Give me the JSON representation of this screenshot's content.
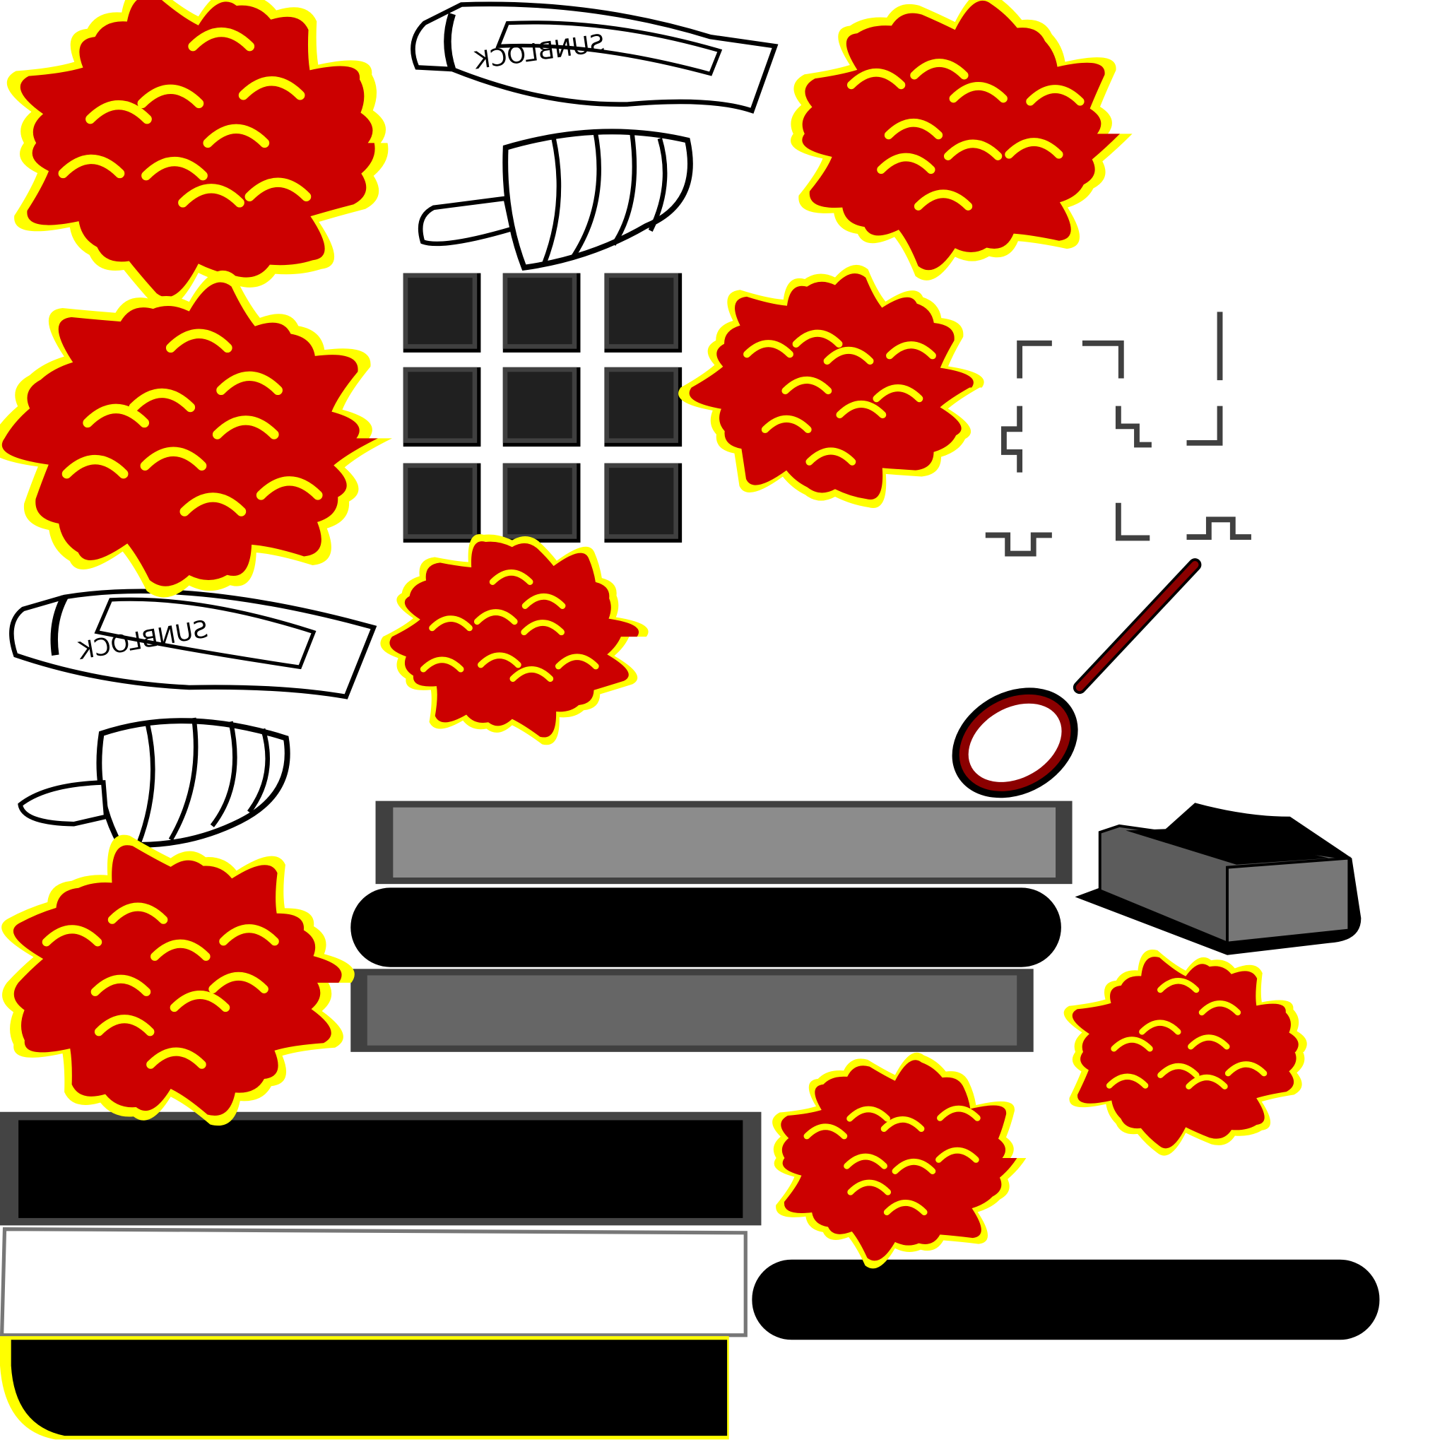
{
  "sheet": {
    "type": "sprite-atlas",
    "tube_label": "SUNBLOCK",
    "tube_count": 2,
    "colors": {
      "explosion_fill": "#cc0000",
      "explosion_outline": "#ffff00",
      "tile_dark": "#202020",
      "tile_edge": "#404040",
      "bar_gray_light": "#8c8c8c",
      "bar_gray_mid": "#666666",
      "spoon": "#8b0000",
      "box_gray": "#5c5c5c"
    }
  }
}
